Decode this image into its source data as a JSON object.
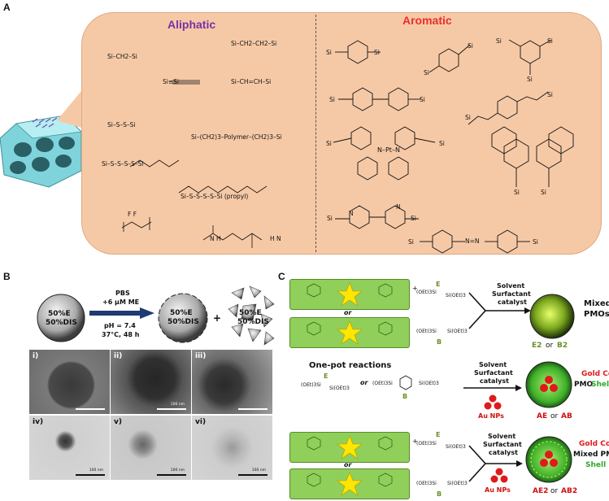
{
  "panel_a": {
    "label": "A",
    "aliphatic_heading": "Aliphatic",
    "aromatic_heading": "Aromatic",
    "aliphatic": [
      "Si–CH2–Si",
      "Si–CH2–CH2–Si",
      "Si≡Si",
      "Si–CH=CH–Si",
      "Si–S–S–Si",
      "Si–(CH2)3–Polymer–(CH2)3–Si",
      "Si–S–S–S–S–Si",
      "Si–S–S–S–S–Si (propyl)",
      "F F",
      "N H",
      "H N"
    ],
    "aromatic_si": "Si",
    "pt_label": "N–Pt–N",
    "n_label": "N"
  },
  "panel_b": {
    "label": "B",
    "sphere_text_1": "50%E",
    "sphere_text_2": "50%DIS",
    "arrow_top_1": "PBS",
    "arrow_top_2": "+6 µM ME",
    "arrow_bottom_1": "pH = 7.4",
    "arrow_bottom_2": "37°C, 48 h",
    "plus": "+",
    "frag_text_1": "50%E",
    "frag_text_2": "50%DIS",
    "frag2_text_1": "50%E",
    "frag2_text_2": "50%DIS",
    "images": [
      {
        "label": "i)",
        "scale": ""
      },
      {
        "label": "ii)",
        "scale": "100 nm"
      },
      {
        "label": "iii)",
        "scale": ""
      },
      {
        "label": "iv)",
        "scale": "100 nm"
      },
      {
        "label": "v)",
        "scale": "100 nm"
      },
      {
        "label": "vi)",
        "scale": "100 nm"
      }
    ]
  },
  "panel_c": {
    "label": "C",
    "or": "or",
    "plus": "+",
    "silane": "(OEt)3Si",
    "si_oet": "Si(OEt)3",
    "e_label": "E",
    "b_label": "B",
    "solvent": "Solvent",
    "surfactant": "Surfactant",
    "catalyst": "catalyst",
    "mixed": "Mixed",
    "pmos": "PMOs",
    "row1_result_a": "E2",
    "row1_result_or": "or",
    "row1_result_b": "B2",
    "one_pot": "One-pot reactions",
    "au_nps": "Au NPs",
    "gold_core": "Gold Core",
    "pmo": "PMO",
    "shell": "Shell",
    "row2_result_a": "AE",
    "row2_result_or": "or",
    "row2_result_b": "AB",
    "mixed_pmo": "Mixed PMO",
    "row3_result_a": "AE2",
    "row3_result_or": "or",
    "row3_result_b": "AB2"
  }
}
